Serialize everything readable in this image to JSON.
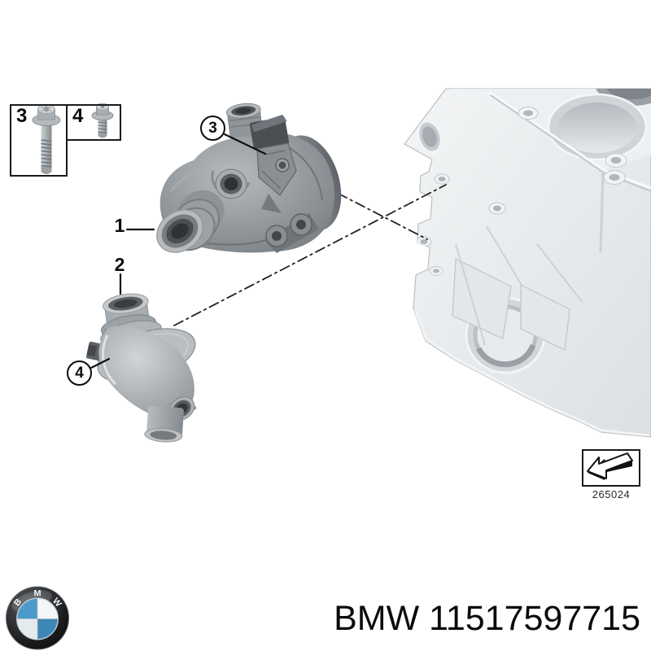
{
  "diagram": {
    "callout_1": "1",
    "callout_2": "2",
    "callout_3": "3",
    "callout_4": "4",
    "fastener_box_3_label": "3",
    "fastener_box_4_label": "4",
    "next_view_code": "265024"
  },
  "footer": {
    "part_number_text": "BMW 11517597715",
    "logo_letter_b": "B",
    "logo_letter_m": "M",
    "logo_letter_w": "W"
  },
  "colors": {
    "line_black": "#1a1a1a",
    "pump_gray": "#8d9296",
    "thermostat_gray": "#b2b7bb",
    "engine_gray": "#e9eced",
    "logo_blue_light": "#4a9bcb",
    "logo_blue_dark": "#3e88b6"
  }
}
